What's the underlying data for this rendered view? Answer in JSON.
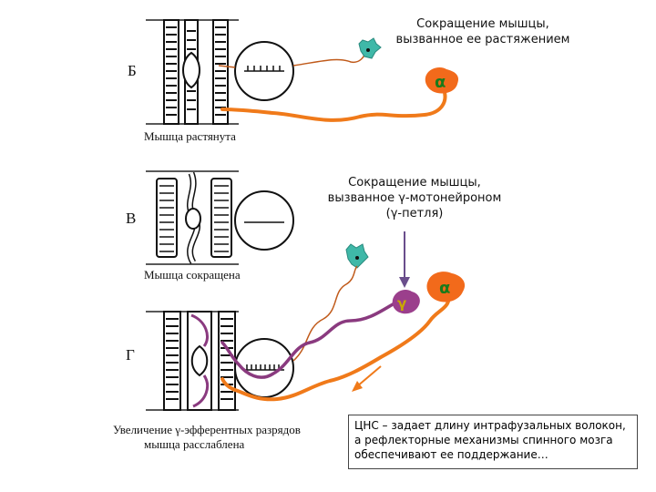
{
  "panels": {
    "b": {
      "letter": "Б",
      "caption": "Мышца растянута",
      "title": "Сокращение мышцы, вызванное ее растяжением",
      "title_lines": [
        "Сокращение мышцы,",
        "вызванное ее растяжением"
      ],
      "neuron_label": "α"
    },
    "v": {
      "letter": "В",
      "caption": "Мышца сокращена",
      "title_lines": [
        "Сокращение мышцы,",
        "вызванное γ-мотонейроном",
        "(γ-петля)"
      ]
    },
    "g": {
      "letter": "Г",
      "caption_lines": [
        "Увеличение γ-эфферентных разрядов",
        "мышца расслаблена"
      ],
      "alpha_label": "α",
      "gamma_label": "γ"
    }
  },
  "note": {
    "lines": [
      "ЦНС – задает длину интрафузальных волокон,",
      "а рефлекторные механизмы спинного мозга",
      "обеспечивают ее поддержание…"
    ]
  },
  "colors": {
    "alpha_neuron": "#f26a1b",
    "gamma_neuron": "#9b3f8c",
    "sensory_neuron": "#3fb8a8",
    "orange_fiber": "#f07a1a",
    "purple_fiber": "#8a3a7f",
    "green_label": "#1a7a1a"
  }
}
